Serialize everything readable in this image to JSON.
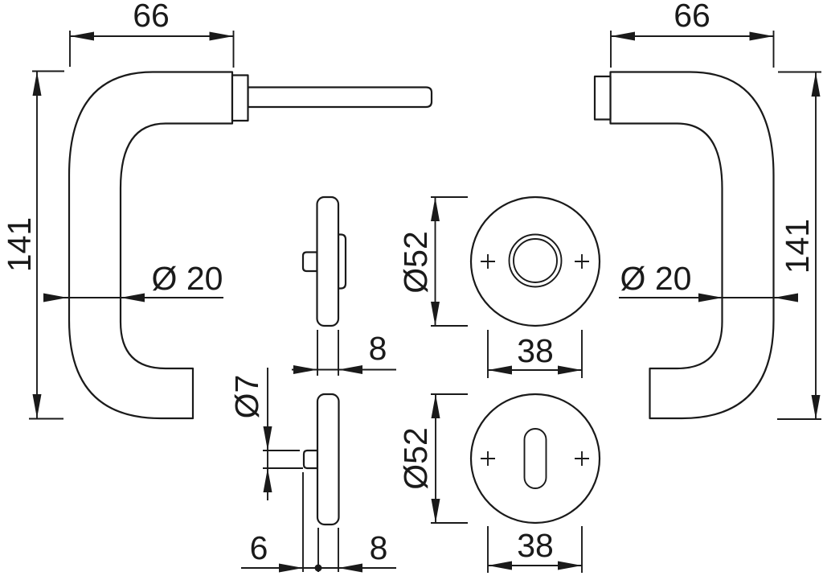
{
  "drawing": {
    "type": "technical-dimension-drawing",
    "subject": "door handle set: two lever handles, rose side profiles and two round roses (handle rose and key rose)",
    "background_color": "#ffffff",
    "line_color": "#1a1a1a",
    "dims": {
      "left_handle_width": "66",
      "left_handle_height": "141",
      "left_grip_diameter": "Ø 20",
      "right_handle_width": "66",
      "right_handle_height": "141",
      "right_grip_diameter": "Ø 20",
      "upper_rose_diameter": "Ø52",
      "upper_rose_thickness": "8",
      "upper_rose_screw_spacing": "38",
      "lower_rose_diameter": "Ø52",
      "lower_rose_thickness": "8",
      "lower_rose_hub_diameter": "Ø7",
      "lower_rose_hub_depth": "6",
      "lower_rose_screw_spacing": "38"
    }
  }
}
